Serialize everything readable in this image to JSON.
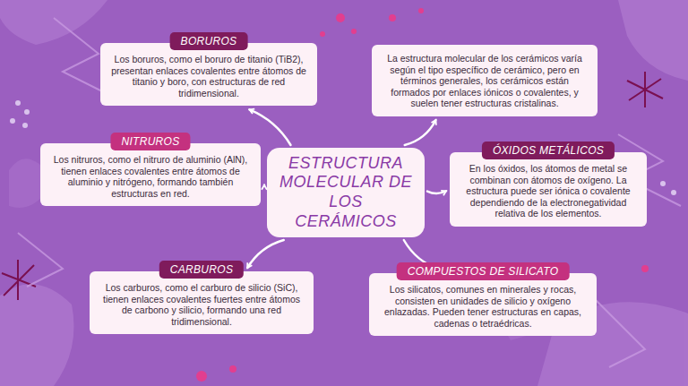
{
  "diagram": {
    "nodes": [
      {
        "text": [
          "BORUROS",
          "Los boruros, como el boruro de titanio (TiB2), presentan enlaces covalentes entre átomos de titanio y boro, con estructuras de red tridimensional."
        ]
      },
      {
        "text": [
          "La estructura molecular de los cerámicos varía según el tipo específico de cerámico, pero en términos generales, los cerámicos están formados por enlaces iónicos o covalentes, y suelen tener estructuras cristalinas."
        ]
      },
      {
        "text": [
          "NITRUROS",
          "Los nitruros, como el nitruro de aluminio (AlN), tienen enlaces covalentes entre átomos de aluminio y nitrógeno, formando también estructuras en red."
        ]
      },
      {
        "text": [
          "ESTRUCTURA MOLECULAR DE LOS CERÁMICOS"
        ]
      },
      {
        "text": [
          "ÓXIDOS METÁLICOS",
          "En los óxidos, los átomos de metal se combinan con átomos de oxígeno. La estructura puede ser iónica o covalente dependiendo de la electronegatividad relativa de los elementos."
        ]
      },
      {
        "text": [
          "CARBUROS",
          "Los carburos, como el carburo de silicio (SiC), tienen enlaces covalentes fuertes entre átomos de carbono y silicio, formando una red tridimensional."
        ]
      },
      {
        "text": [
          "COMPUESTOS DE SILICATO",
          "Los silicatos, comunes en minerales y rocas, consisten en unidades de silicio y oxígeno enlazadas. Pueden tener estructuras en capas, cadenas o tetraédricas."
        ]
      }
    ],
    "edges": [
      {
        "from": 3,
        "to": 0,
        "arrow": "to"
      },
      {
        "from": 3,
        "to": 1,
        "arrow": "to"
      },
      {
        "from": 3,
        "to": 2,
        "arrow": "to"
      },
      {
        "from": 3,
        "to": 4,
        "arrow": "to"
      },
      {
        "from": 3,
        "to": 5,
        "arrow": "to"
      },
      {
        "from": 3,
        "to": 6,
        "arrow": "to"
      }
    ]
  }
}
